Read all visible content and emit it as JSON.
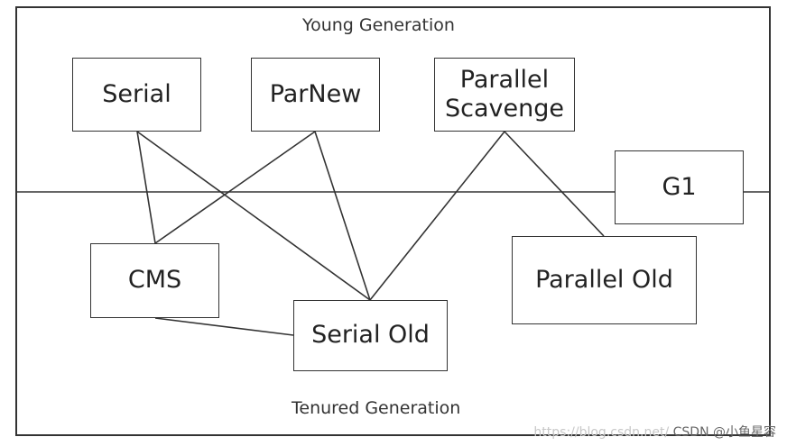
{
  "regions": {
    "young": "Young Generation",
    "tenured": "Tenured Generation"
  },
  "collectors": {
    "serial": "Serial",
    "parnew": "ParNew",
    "parallel_scavenge": "Parallel\nScavenge",
    "g1": "G1",
    "cms": "CMS",
    "serial_old": "Serial Old",
    "parallel_old": "Parallel Old"
  },
  "connections": [
    [
      "serial",
      "cms"
    ],
    [
      "serial",
      "serial_old"
    ],
    [
      "parnew",
      "cms"
    ],
    [
      "parnew",
      "serial_old"
    ],
    [
      "parallel_scavenge",
      "serial_old"
    ],
    [
      "parallel_scavenge",
      "parallel_old"
    ],
    [
      "cms",
      "serial_old"
    ]
  ],
  "watermark": {
    "url": "https://blog.csdn.net/",
    "brand": "CSDN @小鱼星容"
  },
  "colors": {
    "stroke": "#333333",
    "text": "#222222"
  }
}
